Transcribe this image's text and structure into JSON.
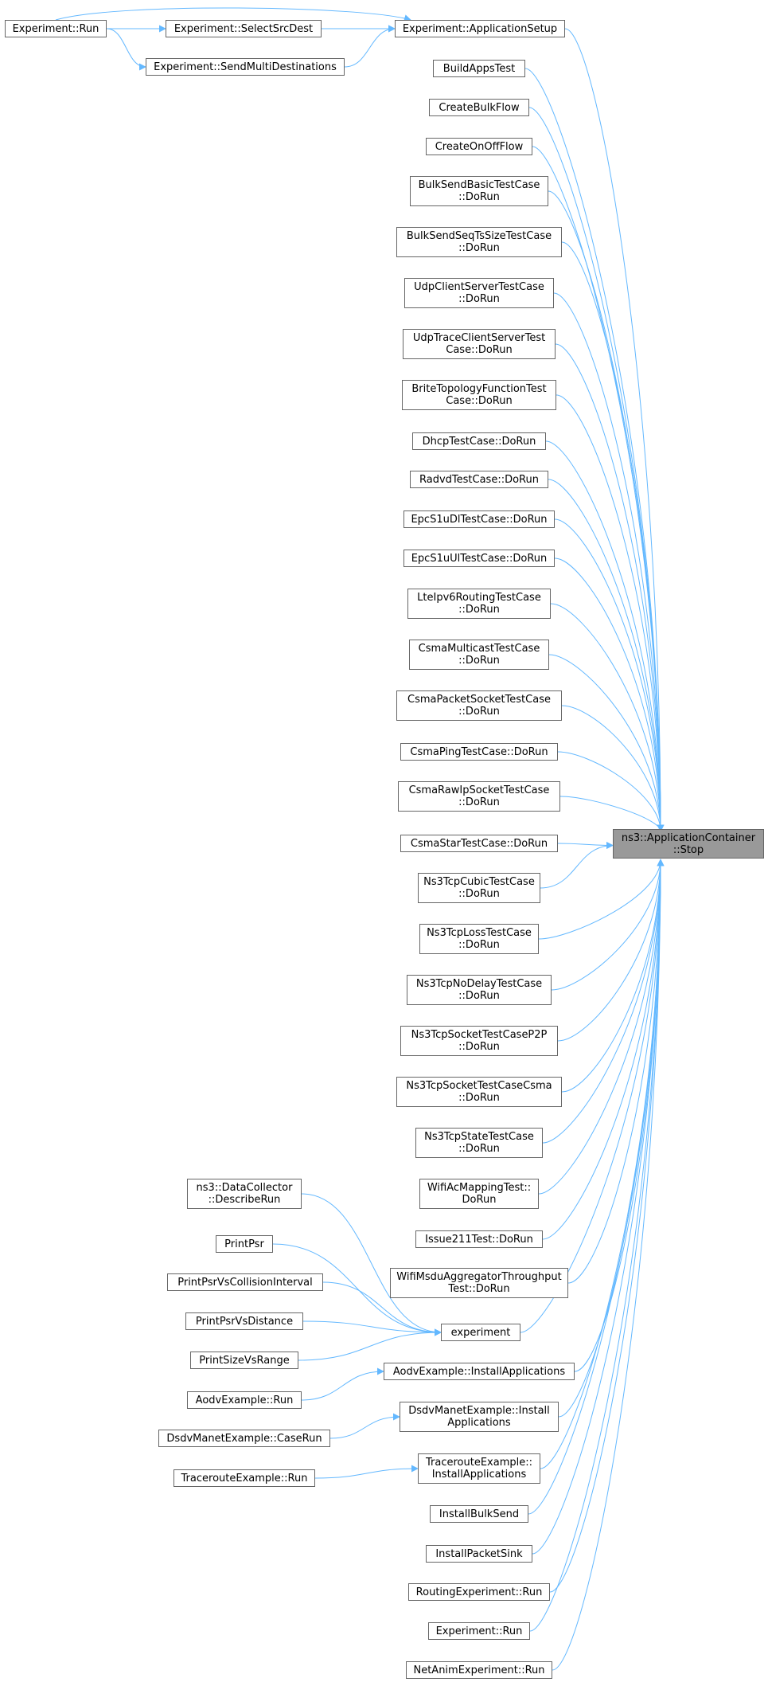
{
  "colors": {
    "edge": "#63b8ff",
    "node_border": "#666666",
    "focus_fill": "#999999",
    "node_fill": "#ffffff"
  },
  "graph": {
    "focus": {
      "id": "stop",
      "lines": [
        "ns3::ApplicationContainer",
        "::Stop"
      ]
    },
    "nodes": [
      {
        "id": "exp_run_top",
        "lines": [
          "Experiment::Run"
        ]
      },
      {
        "id": "select_src_dest",
        "lines": [
          "Experiment::SelectSrcDest"
        ]
      },
      {
        "id": "send_multi_dest",
        "lines": [
          "Experiment::SendMultiDestinations"
        ]
      },
      {
        "id": "app_setup",
        "lines": [
          "Experiment::ApplicationSetup"
        ]
      },
      {
        "id": "build_apps_test",
        "lines": [
          "BuildAppsTest"
        ]
      },
      {
        "id": "create_bulk_flow",
        "lines": [
          "CreateBulkFlow"
        ]
      },
      {
        "id": "create_onoff_flow",
        "lines": [
          "CreateOnOffFlow"
        ]
      },
      {
        "id": "bulksend_basic",
        "lines": [
          "BulkSendBasicTestCase",
          "::DoRun"
        ]
      },
      {
        "id": "bulksend_seq",
        "lines": [
          "BulkSendSeqTsSizeTestCase",
          "::DoRun"
        ]
      },
      {
        "id": "udp_client_server",
        "lines": [
          "UdpClientServerTestCase",
          "::DoRun"
        ]
      },
      {
        "id": "udp_trace_client",
        "lines": [
          "UdpTraceClientServerTest",
          "Case::DoRun"
        ]
      },
      {
        "id": "brite_topology",
        "lines": [
          "BriteTopologyFunctionTest",
          "Case::DoRun"
        ]
      },
      {
        "id": "dhcp_test",
        "lines": [
          "DhcpTestCase::DoRun"
        ]
      },
      {
        "id": "radvd_test",
        "lines": [
          "RadvdTestCase::DoRun"
        ]
      },
      {
        "id": "epc_s1u_dl",
        "lines": [
          "EpcS1uDlTestCase::DoRun"
        ]
      },
      {
        "id": "epc_s1u_ul",
        "lines": [
          "EpcS1uUlTestCase::DoRun"
        ]
      },
      {
        "id": "lte_ipv6_routing",
        "lines": [
          "LteIpv6RoutingTestCase",
          "::DoRun"
        ]
      },
      {
        "id": "csma_multicast",
        "lines": [
          "CsmaMulticastTestCase",
          "::DoRun"
        ]
      },
      {
        "id": "csma_packet_socket",
        "lines": [
          "CsmaPacketSocketTestCase",
          "::DoRun"
        ]
      },
      {
        "id": "csma_ping",
        "lines": [
          "CsmaPingTestCase::DoRun"
        ]
      },
      {
        "id": "csma_raw_ip",
        "lines": [
          "CsmaRawIpSocketTestCase",
          "::DoRun"
        ]
      },
      {
        "id": "csma_star",
        "lines": [
          "CsmaStarTestCase::DoRun"
        ]
      },
      {
        "id": "tcp_cubic",
        "lines": [
          "Ns3TcpCubicTestCase",
          "::DoRun"
        ]
      },
      {
        "id": "tcp_loss",
        "lines": [
          "Ns3TcpLossTestCase",
          "::DoRun"
        ]
      },
      {
        "id": "tcp_nodelay",
        "lines": [
          "Ns3TcpNoDelayTestCase",
          "::DoRun"
        ]
      },
      {
        "id": "tcp_socket_p2p",
        "lines": [
          "Ns3TcpSocketTestCaseP2P",
          "::DoRun"
        ]
      },
      {
        "id": "tcp_socket_csma",
        "lines": [
          "Ns3TcpSocketTestCaseCsma",
          "::DoRun"
        ]
      },
      {
        "id": "tcp_state",
        "lines": [
          "Ns3TcpStateTestCase",
          "::DoRun"
        ]
      },
      {
        "id": "wifi_ac_mapping",
        "lines": [
          "WifiAcMappingTest::",
          "DoRun"
        ]
      },
      {
        "id": "issue211",
        "lines": [
          "Issue211Test::DoRun"
        ]
      },
      {
        "id": "wifi_msdu_agg",
        "lines": [
          "WifiMsduAggregatorThroughput",
          "Test::DoRun"
        ]
      },
      {
        "id": "data_collector",
        "lines": [
          "ns3::DataCollector",
          "::DescribeRun"
        ]
      },
      {
        "id": "print_psr",
        "lines": [
          "PrintPsr"
        ]
      },
      {
        "id": "print_psr_collision",
        "lines": [
          "PrintPsrVsCollisionInterval"
        ]
      },
      {
        "id": "print_psr_distance",
        "lines": [
          "PrintPsrVsDistance"
        ]
      },
      {
        "id": "print_size_range",
        "lines": [
          "PrintSizeVsRange"
        ]
      },
      {
        "id": "experiment",
        "lines": [
          "experiment"
        ]
      },
      {
        "id": "aodv_install",
        "lines": [
          "AodvExample::InstallApplications"
        ]
      },
      {
        "id": "aodv_run",
        "lines": [
          "AodvExample::Run"
        ]
      },
      {
        "id": "dsdv_install",
        "lines": [
          "DsdvManetExample::Install",
          "Applications"
        ]
      },
      {
        "id": "dsdv_caserun",
        "lines": [
          "DsdvManetExample::CaseRun"
        ]
      },
      {
        "id": "traceroute_install",
        "lines": [
          "TracerouteExample::",
          "InstallApplications"
        ]
      },
      {
        "id": "traceroute_run",
        "lines": [
          "TracerouteExample::Run"
        ]
      },
      {
        "id": "install_bulk_send",
        "lines": [
          "InstallBulkSend"
        ]
      },
      {
        "id": "install_packet_sink",
        "lines": [
          "InstallPacketSink"
        ]
      },
      {
        "id": "routing_exp_run",
        "lines": [
          "RoutingExperiment::Run"
        ]
      },
      {
        "id": "exp_run_bottom",
        "lines": [
          "Experiment::Run"
        ]
      },
      {
        "id": "netanim_run",
        "lines": [
          "NetAnimExperiment::Run"
        ]
      }
    ],
    "edges": [
      [
        "exp_run_top",
        "select_src_dest"
      ],
      [
        "exp_run_top",
        "send_multi_dest"
      ],
      [
        "exp_run_top",
        "app_setup"
      ],
      [
        "select_src_dest",
        "app_setup"
      ],
      [
        "send_multi_dest",
        "app_setup"
      ],
      [
        "app_setup",
        "stop"
      ],
      [
        "build_apps_test",
        "stop"
      ],
      [
        "create_bulk_flow",
        "stop"
      ],
      [
        "create_onoff_flow",
        "stop"
      ],
      [
        "bulksend_basic",
        "stop"
      ],
      [
        "bulksend_seq",
        "stop"
      ],
      [
        "udp_client_server",
        "stop"
      ],
      [
        "udp_trace_client",
        "stop"
      ],
      [
        "brite_topology",
        "stop"
      ],
      [
        "dhcp_test",
        "stop"
      ],
      [
        "radvd_test",
        "stop"
      ],
      [
        "epc_s1u_dl",
        "stop"
      ],
      [
        "epc_s1u_ul",
        "stop"
      ],
      [
        "lte_ipv6_routing",
        "stop"
      ],
      [
        "csma_multicast",
        "stop"
      ],
      [
        "csma_packet_socket",
        "stop"
      ],
      [
        "csma_ping",
        "stop"
      ],
      [
        "csma_raw_ip",
        "stop"
      ],
      [
        "csma_star",
        "stop"
      ],
      [
        "tcp_cubic",
        "stop"
      ],
      [
        "tcp_loss",
        "stop"
      ],
      [
        "tcp_nodelay",
        "stop"
      ],
      [
        "tcp_socket_p2p",
        "stop"
      ],
      [
        "tcp_socket_csma",
        "stop"
      ],
      [
        "tcp_state",
        "stop"
      ],
      [
        "wifi_ac_mapping",
        "stop"
      ],
      [
        "issue211",
        "stop"
      ],
      [
        "wifi_msdu_agg",
        "stop"
      ],
      [
        "data_collector",
        "experiment"
      ],
      [
        "print_psr",
        "experiment"
      ],
      [
        "print_psr_collision",
        "experiment"
      ],
      [
        "print_psr_distance",
        "experiment"
      ],
      [
        "print_size_range",
        "experiment"
      ],
      [
        "experiment",
        "stop"
      ],
      [
        "aodv_run",
        "aodv_install"
      ],
      [
        "aodv_install",
        "stop"
      ],
      [
        "dsdv_caserun",
        "dsdv_install"
      ],
      [
        "dsdv_install",
        "stop"
      ],
      [
        "traceroute_run",
        "traceroute_install"
      ],
      [
        "traceroute_install",
        "stop"
      ],
      [
        "install_bulk_send",
        "stop"
      ],
      [
        "install_packet_sink",
        "stop"
      ],
      [
        "routing_exp_run",
        "stop"
      ],
      [
        "exp_run_bottom",
        "stop"
      ],
      [
        "netanim_run",
        "stop"
      ]
    ]
  }
}
